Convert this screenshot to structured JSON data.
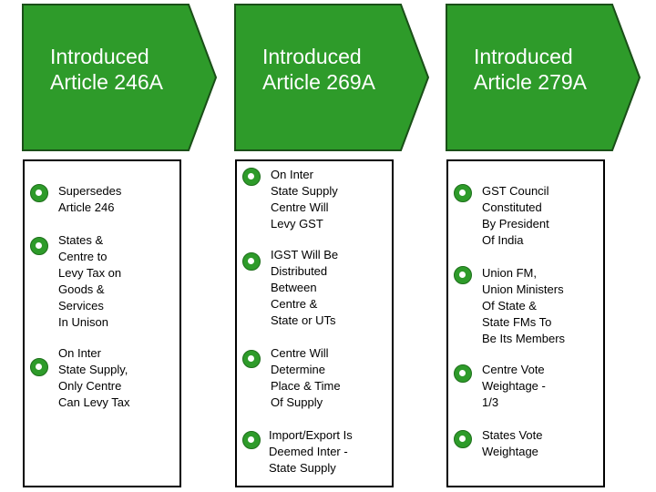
{
  "colors": {
    "arrow_fill": "#2e9b2a",
    "arrow_stroke": "#1a4f18",
    "bullet": "#2e9b2a"
  },
  "columns": [
    {
      "title_lines": [
        "Introduced",
        "Article 246A"
      ],
      "items": [
        {
          "lines": [
            " Supersedes",
            "Article 246"
          ]
        },
        {
          "lines": [
            "States &",
            "Centre to",
            "Levy Tax on",
            "Goods &",
            "Services",
            "In Unison"
          ]
        },
        {
          "lines": [
            "On Inter",
            "State Supply,",
            "Only Centre",
            "Can Levy Tax"
          ]
        }
      ]
    },
    {
      "title_lines": [
        "Introduced",
        "Article 269A"
      ],
      "items": [
        {
          "lines": [
            " On Inter",
            "State Supply",
            "Centre Will",
            "Levy GST"
          ]
        },
        {
          "lines": [
            "IGST Will Be",
            "Distributed",
            "Between",
            "Centre &",
            "State or UTs"
          ]
        },
        {
          "lines": [
            "Centre Will",
            "Determine",
            "Place & Time",
            "Of Supply"
          ]
        },
        {
          "lines": [
            "Import/Export Is",
            "Deemed Inter -",
            "State Supply"
          ]
        }
      ]
    },
    {
      "title_lines": [
        "Introduced",
        "Article 279A"
      ],
      "items": [
        {
          "lines": [
            " GST Council",
            "Constituted",
            "By President",
            "Of India"
          ]
        },
        {
          "lines": [
            "Union FM,",
            "Union Ministers",
            "Of State &",
            "State FMs To",
            "Be Its Members"
          ]
        },
        {
          "lines": [
            "Centre Vote",
            "Weightage -",
            "1/3"
          ]
        },
        {
          "lines": [
            "States Vote",
            "Weightage"
          ]
        }
      ]
    }
  ]
}
